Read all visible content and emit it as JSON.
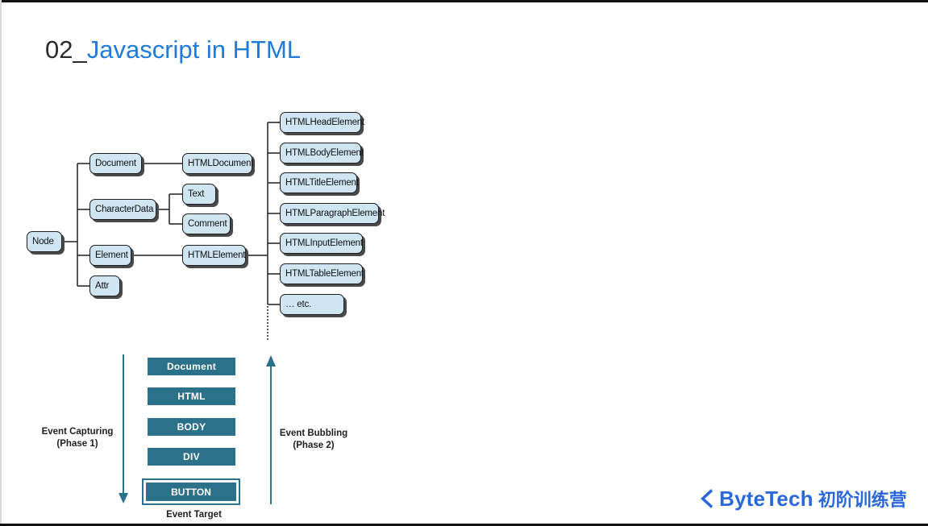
{
  "slide": {
    "title_num": "02_",
    "title_text": "Javascript in HTML"
  },
  "dom_tree": {
    "root": "Node",
    "level1": [
      "Document",
      "CharacterData",
      "Element",
      "Attr"
    ],
    "document_child": "HTMLDocument",
    "characterdata_children": [
      "Text",
      "Comment"
    ],
    "element_child": "HTMLElement",
    "htmlelement_children": [
      "HTMLHeadElement",
      "HTMLBodyElement",
      "HTMLTitleElement",
      "HTMLParagraphElement",
      "HTMLInputElement",
      "HTMLTableElement",
      "… etc."
    ]
  },
  "event_flow": {
    "boxes": [
      "Document",
      "HTML",
      "BODY",
      "DIV"
    ],
    "target_box": "BUTTON",
    "target_label": "Event Target",
    "capturing_line1": "Event Capturing",
    "capturing_line2": "(Phase 1)",
    "bubbling_line1": "Event Bubbling",
    "bubbling_line2": "(Phase 2)",
    "colors": {
      "box": "#2b7189",
      "arrow": "#2b7189"
    }
  },
  "branding": {
    "logo_text": "ByteTech",
    "logo_cn": "初阶训练营",
    "color": "#2a67d8"
  }
}
